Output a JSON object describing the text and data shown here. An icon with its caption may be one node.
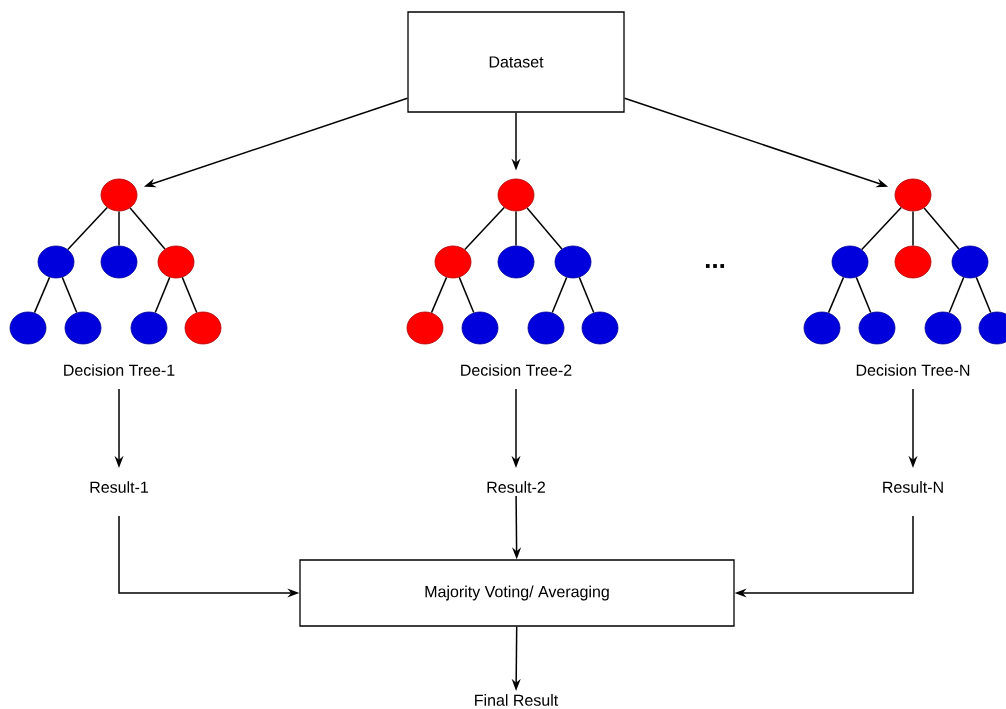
{
  "diagram": {
    "nodes": [
      {
        "text": [
          "Dataset"
        ]
      },
      {
        "text": [],
        "shape": "circle"
      },
      {
        "text": [],
        "shape": "circle"
      },
      {
        "text": [],
        "shape": "circle"
      },
      {
        "text": [],
        "shape": "circle"
      },
      {
        "text": [],
        "shape": "circle"
      },
      {
        "text": [],
        "shape": "circle"
      },
      {
        "text": [],
        "shape": "circle"
      },
      {
        "text": [],
        "shape": "circle"
      },
      {
        "text": [],
        "shape": "circle"
      },
      {
        "text": [],
        "shape": "circle"
      },
      {
        "text": [],
        "shape": "circle"
      },
      {
        "text": [],
        "shape": "circle"
      },
      {
        "text": [],
        "shape": "circle"
      },
      {
        "text": [],
        "shape": "circle"
      },
      {
        "text": [],
        "shape": "circle"
      },
      {
        "text": [],
        "shape": "circle"
      },
      {
        "text": [],
        "shape": "circle"
      },
      {
        "text": [],
        "shape": "circle"
      },
      {
        "text": [],
        "shape": "circle"
      },
      {
        "text": [],
        "shape": "circle"
      },
      {
        "text": [],
        "shape": "circle"
      },
      {
        "text": [],
        "shape": "circle"
      },
      {
        "text": [],
        "shape": "circle"
      },
      {
        "text": [],
        "shape": "circle"
      },
      {
        "text": [
          "Decision Tree-1"
        ]
      },
      {
        "text": [
          "Decision Tree-2"
        ]
      },
      {
        "text": [
          "Decision Tree-N"
        ]
      },
      {
        "text": [
          "Result-1"
        ]
      },
      {
        "text": [
          "Result-2"
        ]
      },
      {
        "text": [
          "Result-N"
        ]
      },
      {
        "text": [
          "Majority Voting/ Averaging"
        ]
      },
      {
        "text": [
          "Final Result"
        ]
      }
    ],
    "edges": [
      {
        "from": 0,
        "to": 1,
        "arrow": "to"
      },
      {
        "from": 0,
        "to": 9,
        "arrow": "to"
      },
      {
        "from": 0,
        "to": 17,
        "arrow": "to"
      },
      {
        "from": 1,
        "to": 2,
        "arrow": "none"
      },
      {
        "from": 1,
        "to": 3,
        "arrow": "none"
      },
      {
        "from": 1,
        "to": 4,
        "arrow": "none"
      },
      {
        "from": 2,
        "to": 5,
        "arrow": "none"
      },
      {
        "from": 2,
        "to": 6,
        "arrow": "none"
      },
      {
        "from": 4,
        "to": 7,
        "arrow": "none"
      },
      {
        "from": 4,
        "to": 8,
        "arrow": "none"
      },
      {
        "from": 9,
        "to": 10,
        "arrow": "none"
      },
      {
        "from": 9,
        "to": 11,
        "arrow": "none"
      },
      {
        "from": 9,
        "to": 12,
        "arrow": "none"
      },
      {
        "from": 10,
        "to": 13,
        "arrow": "none"
      },
      {
        "from": 10,
        "to": 14,
        "arrow": "none"
      },
      {
        "from": 12,
        "to": 15,
        "arrow": "none"
      },
      {
        "from": 12,
        "to": 16,
        "arrow": "none"
      },
      {
        "from": 17,
        "to": 18,
        "arrow": "none"
      },
      {
        "from": 17,
        "to": 19,
        "arrow": "none"
      },
      {
        "from": 17,
        "to": 20,
        "arrow": "none"
      },
      {
        "from": 18,
        "to": 21,
        "arrow": "none"
      },
      {
        "from": 18,
        "to": 22,
        "arrow": "none"
      },
      {
        "from": 20,
        "to": 23,
        "arrow": "none"
      },
      {
        "from": 20,
        "to": 24,
        "arrow": "none"
      },
      {
        "from": 25,
        "to": 28,
        "arrow": "to"
      },
      {
        "from": 26,
        "to": 29,
        "arrow": "to"
      },
      {
        "from": 27,
        "to": 30,
        "arrow": "to"
      },
      {
        "from": 28,
        "to": 31,
        "arrow": "to"
      },
      {
        "from": 29,
        "to": 31,
        "arrow": "to"
      },
      {
        "from": 30,
        "to": 31,
        "arrow": "to"
      },
      {
        "from": 31,
        "to": 32,
        "arrow": "to"
      }
    ],
    "labels": [
      "..."
    ]
  }
}
